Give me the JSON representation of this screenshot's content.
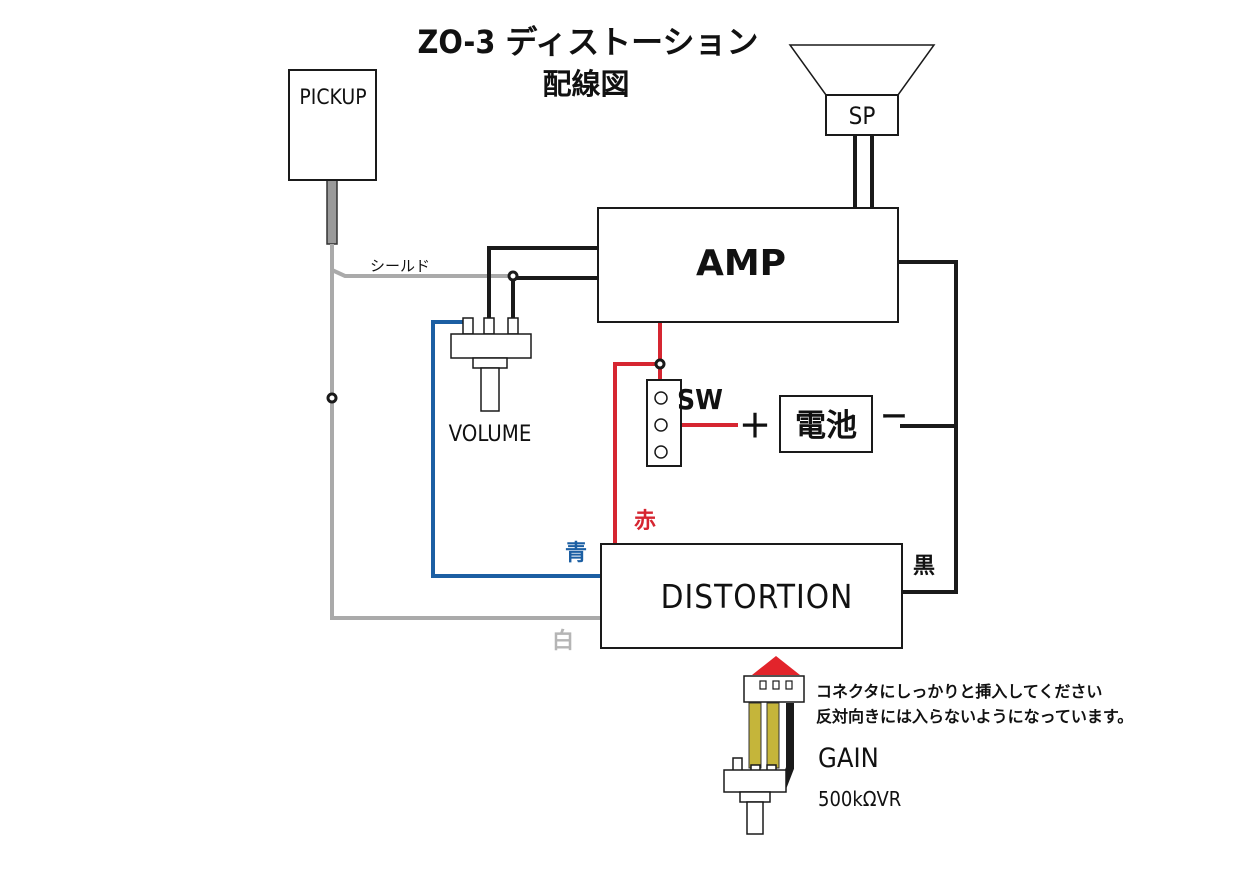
{
  "title": {
    "line1": "ZO-3 ディストーション",
    "line2": "配線図"
  },
  "components": {
    "pickup": "PICKUP",
    "speaker": "SP",
    "amp": "AMP",
    "switch": "SW",
    "battery": "電池",
    "battery_plus": "＋",
    "battery_minus": "ー",
    "volume": "VOLUME",
    "distortion": "DISTORTION",
    "gain": "GAIN",
    "gain_value": "500kΩVR"
  },
  "wire_labels": {
    "shield": "シールド",
    "blue": "青",
    "red": "赤",
    "black": "黒",
    "white": "白"
  },
  "note": {
    "line1": "コネクタにしっかりと挿入してください",
    "line2": "反対向きには入らないようになっています。"
  },
  "colors": {
    "blue_wire": "#1c5fa3",
    "red_wire": "#d62631",
    "white_wire": "#aaaaaa",
    "black_wire": "#1a1a1a",
    "gain_wire": "#c5b53a",
    "arrow": "#e2242b"
  }
}
